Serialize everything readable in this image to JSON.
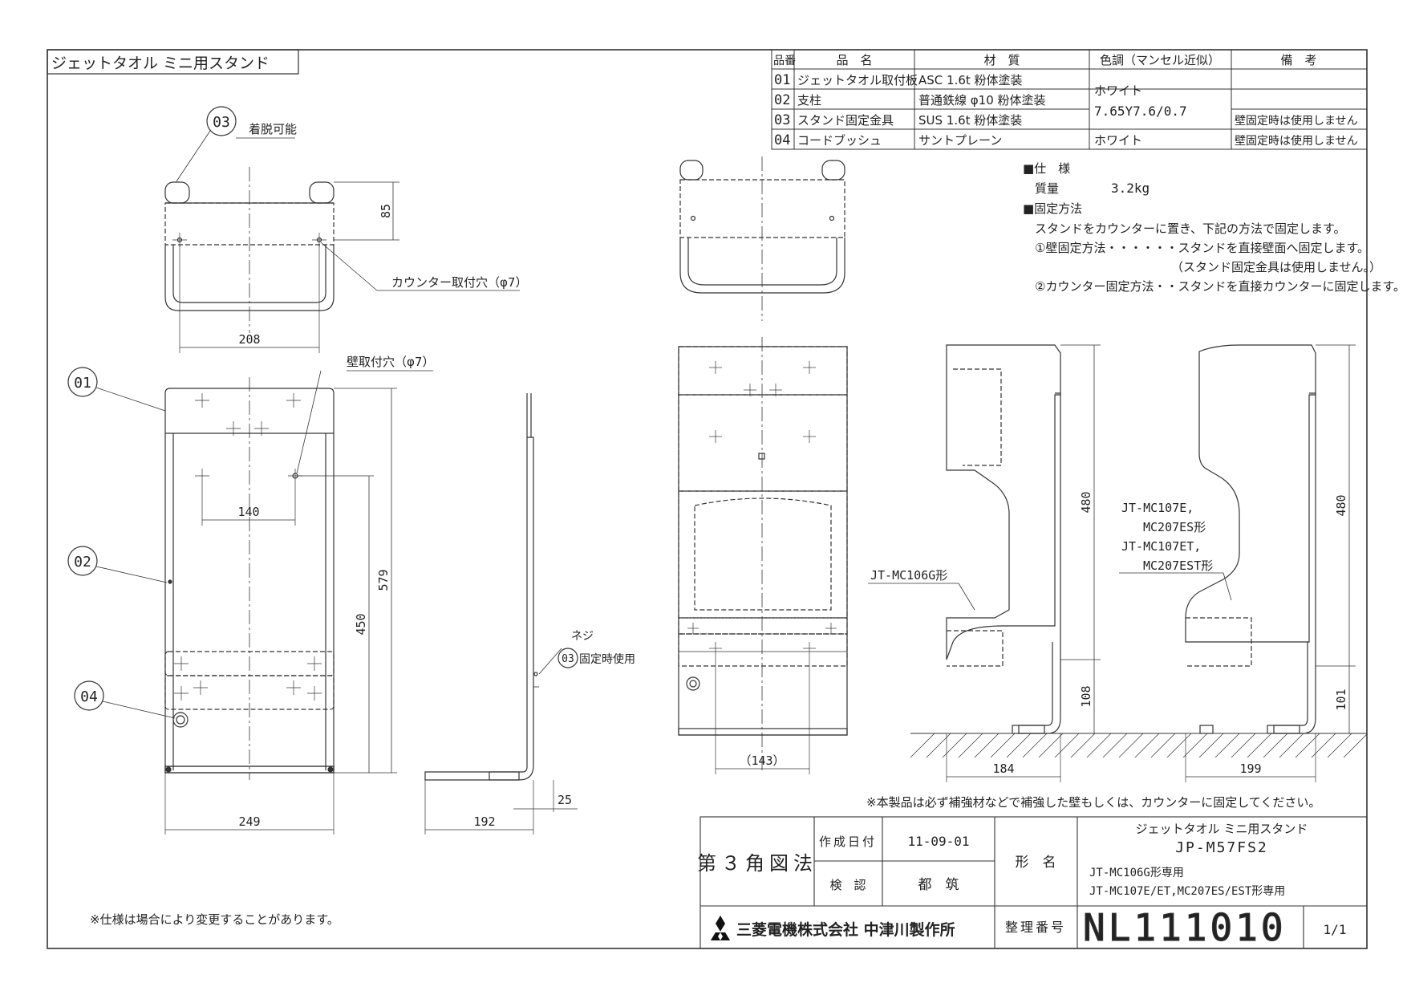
{
  "title": "ジェットタオル ミニ用スタンド",
  "parts_table": {
    "headers": [
      "品番",
      "品　名",
      "材　質",
      "色調（マンセル近似）",
      "備　考"
    ],
    "rows": [
      {
        "no": "01",
        "name": "ジェットタオル取付板",
        "material": "ASC 1.6t 粉体塗装",
        "color": "",
        "note": ""
      },
      {
        "no": "02",
        "name": "支柱",
        "material": "普通鉄線 φ10 粉体塗装",
        "color": "",
        "note": ""
      },
      {
        "no": "03",
        "name": "スタンド固定金具",
        "material": "SUS 1.6t 粉体塗装",
        "color": "",
        "note": "壁固定時は使用しません"
      },
      {
        "no": "04",
        "name": "コードブッシュ",
        "material": "サントプレーン",
        "color": "ホワイト",
        "note": "壁固定時は使用しません"
      }
    ],
    "merged_color_line1": "ホワイト",
    "merged_color_line2": "7.65Y7.6/0.7"
  },
  "spec": {
    "heading": "■仕　様",
    "mass_label": "質量",
    "mass_value": "3.2kg",
    "fix_heading": "■固定方法",
    "line1": "スタンドをカウンターに置き、下記の方法で固定します。",
    "line2": "①壁固定方法・・・・・・スタンドを直接壁面へ固定します。",
    "line3": "（スタンド固定金具は使用しません。）",
    "line4": "②カウンター固定方法・・スタンドを直接カウンターに固定します。"
  },
  "callouts": {
    "c01": "01",
    "c02": "02",
    "c03": "03",
    "c04": "04",
    "c03_note": "着脱可能",
    "counter_hole": "カウンター取付穴（φ7）",
    "wall_hole": "壁取付穴（φ7）",
    "screw": "ネジ",
    "fix_use": "固定時使用",
    "mc106g": "JT-MC106G形",
    "mc107_1": "JT-MC107E,",
    "mc107_2": "MC207ES形",
    "mc107_3": "JT-MC107ET,",
    "mc107_4": "MC207EST形"
  },
  "dims": {
    "d85": "85",
    "d208": "208",
    "d140": "140",
    "d579": "579",
    "d450": "450",
    "d249": "249",
    "d192": "192",
    "d25": "25",
    "d143": "（143）",
    "d480a": "480",
    "d108": "108",
    "d184": "184",
    "d480b": "480",
    "d101": "101",
    "d199": "199"
  },
  "notes": {
    "reinforce": "※本製品は必ず補強材などで補強した壁もしくは、カウンターに固定してください。",
    "change": "※仕様は場合により変更することがあります。"
  },
  "title_block": {
    "projection": "第３角図法",
    "created_label": "作成日付",
    "created_value": "11-09-01",
    "checked_label": "検　認",
    "checked_value": "都　筑",
    "model_label": "形　名",
    "product_name": "ジェットタオル ミニ用スタンド",
    "model_no": "JP-M57FS2",
    "for1": "JT-MC106G形専用",
    "for2": "JT-MC107E/ET,MC207ES/EST形専用",
    "company": "三菱電機株式会社 中津川製作所",
    "number_label": "整理番号",
    "number_value": "NL111010",
    "sheet": "1/1"
  },
  "colors": {
    "line": "#333333",
    "logo_red": "#e33030",
    "mitsubishi": "#111111"
  }
}
